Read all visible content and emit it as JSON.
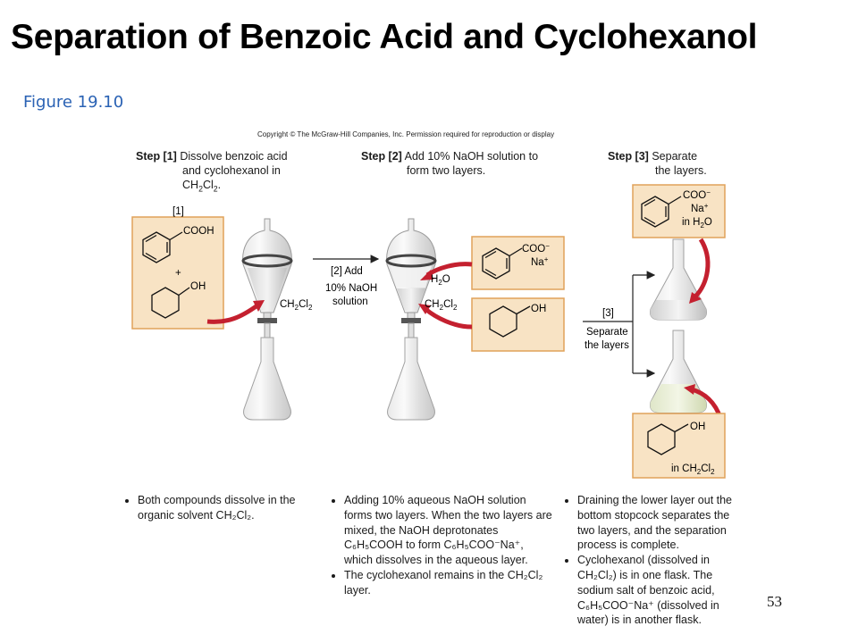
{
  "title": "Separation of Benzoic Acid and Cyclohexanol",
  "figure_label": "Figure 19.10",
  "copyright": "Copyright © The McGraw-Hill Companies, Inc. Permission required for reproduction or display",
  "steps": [
    {
      "id": "Step [1]",
      "line1": "Dissolve benzoic acid",
      "line2": "and cyclohexanol in",
      "line3_pre": "CH",
      "line3_s1": "2",
      "line3_mid": "Cl",
      "line3_s2": "2",
      "line3_post": "."
    },
    {
      "id": "Step [2]",
      "line1": "Add 10% NaOH solution to",
      "line2": "form two layers."
    },
    {
      "id": "Step [3]",
      "line1": "Separate",
      "line2": "the layers."
    }
  ],
  "labels": {
    "step1_marker": "[1]",
    "cooh": "COOH",
    "plus": "+",
    "oh": "OH",
    "ch": "CH",
    "cl": "Cl",
    "sub2": "2",
    "arrow2_line1": "[2] Add",
    "arrow2_line2": "10% NaOH",
    "arrow2_line3": "solution",
    "h": "H",
    "o": "O",
    "coo_minus": "COO",
    "minus": "−",
    "na_plus": "Na",
    "plus_sign": "+",
    "in": "in",
    "step3_marker": "[3]",
    "separate": "Separate",
    "the_layers": "the layers"
  },
  "bullets": {
    "col1": [
      "Both compounds dissolve in the organic solvent CH₂Cl₂."
    ],
    "col2": [
      "Adding 10% aqueous NaOH solution forms two layers. When the two layers are mixed, the NaOH deprotonates C₆H₅COOH to form C₆H₅COO⁻Na⁺, which dissolves in the aqueous layer.",
      "The cyclohexanol remains in the CH₂Cl₂ layer."
    ],
    "col3": [
      "Draining the lower layer out the bottom stopcock separates the two layers, and the separation process is complete.",
      "Cyclohexanol (dissolved in CH₂Cl₂) is in one flask. The sodium salt of benzoic acid, C₆H₅COO⁻Na⁺ (dissolved in water) is in another flask."
    ]
  },
  "page_number": "53",
  "colors": {
    "box_fill": "#f8e3c4",
    "box_border": "#e0a25a",
    "arrow_red": "#c4202f",
    "figure_label": "#2a62b4"
  }
}
